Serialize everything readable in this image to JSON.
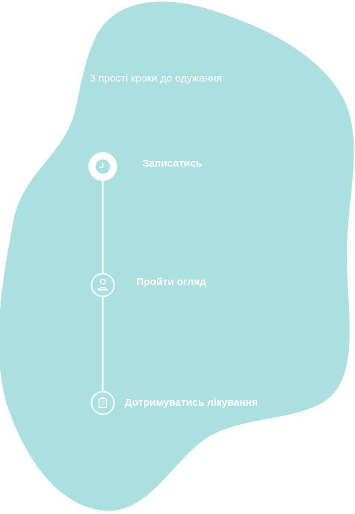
{
  "heading": "3 прості кроки до одужання",
  "steps": [
    {
      "label": "Записатись",
      "icon": "clock-icon",
      "active": true
    },
    {
      "label": "Пройти огляд",
      "icon": "user-icon",
      "active": false
    },
    {
      "label": "Дотримуватись лікування",
      "icon": "clipboard-icon",
      "active": false
    }
  ],
  "colors": {
    "blob": "#ACDFDF",
    "foreground": "#FFFFFF"
  }
}
